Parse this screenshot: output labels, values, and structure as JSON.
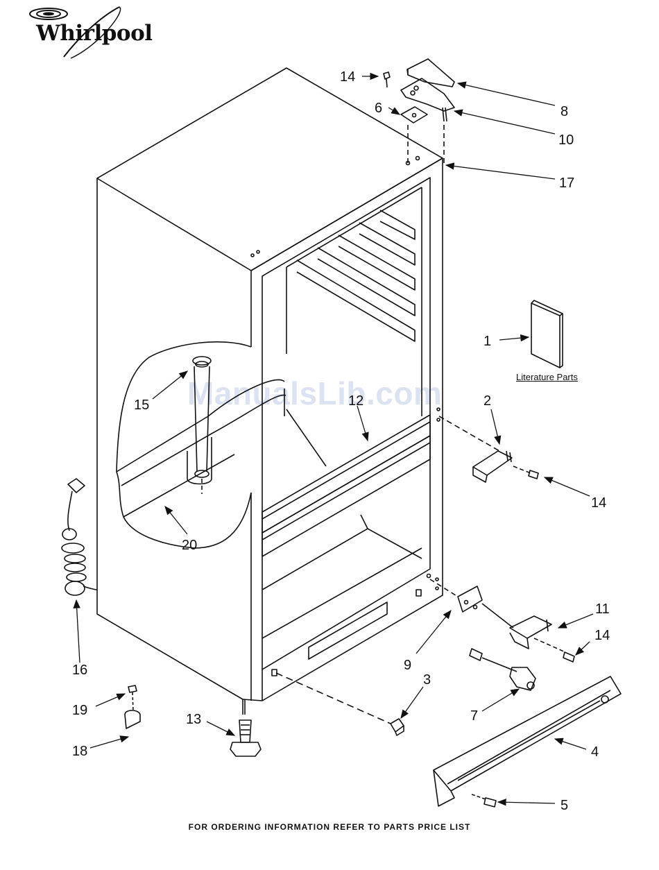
{
  "brand": {
    "name": "Whirlpool"
  },
  "watermark": "ManualsLib.com",
  "footer_note": "FOR ORDERING INFORMATION REFER TO PARTS PRICE LIST",
  "literature_label": "Literature Parts",
  "callouts": [
    {
      "id": "c14a",
      "number": "14"
    },
    {
      "id": "c8",
      "number": "8"
    },
    {
      "id": "c6",
      "number": "6"
    },
    {
      "id": "c10",
      "number": "10"
    },
    {
      "id": "c17",
      "number": "17"
    },
    {
      "id": "c1",
      "number": "1"
    },
    {
      "id": "c15",
      "number": "15"
    },
    {
      "id": "c12",
      "number": "12"
    },
    {
      "id": "c2",
      "number": "2"
    },
    {
      "id": "c14b",
      "number": "14"
    },
    {
      "id": "c20",
      "number": "20"
    },
    {
      "id": "c16",
      "number": "16"
    },
    {
      "id": "c11",
      "number": "11"
    },
    {
      "id": "c14c",
      "number": "14"
    },
    {
      "id": "c9",
      "number": "9"
    },
    {
      "id": "c3",
      "number": "3"
    },
    {
      "id": "c7",
      "number": "7"
    },
    {
      "id": "c19",
      "number": "19"
    },
    {
      "id": "c13",
      "number": "13"
    },
    {
      "id": "c18",
      "number": "18"
    },
    {
      "id": "c4",
      "number": "4"
    },
    {
      "id": "c5",
      "number": "5"
    }
  ],
  "colors": {
    "line": "#111111",
    "watermark": "#c9d4ea",
    "background": "#ffffff"
  }
}
